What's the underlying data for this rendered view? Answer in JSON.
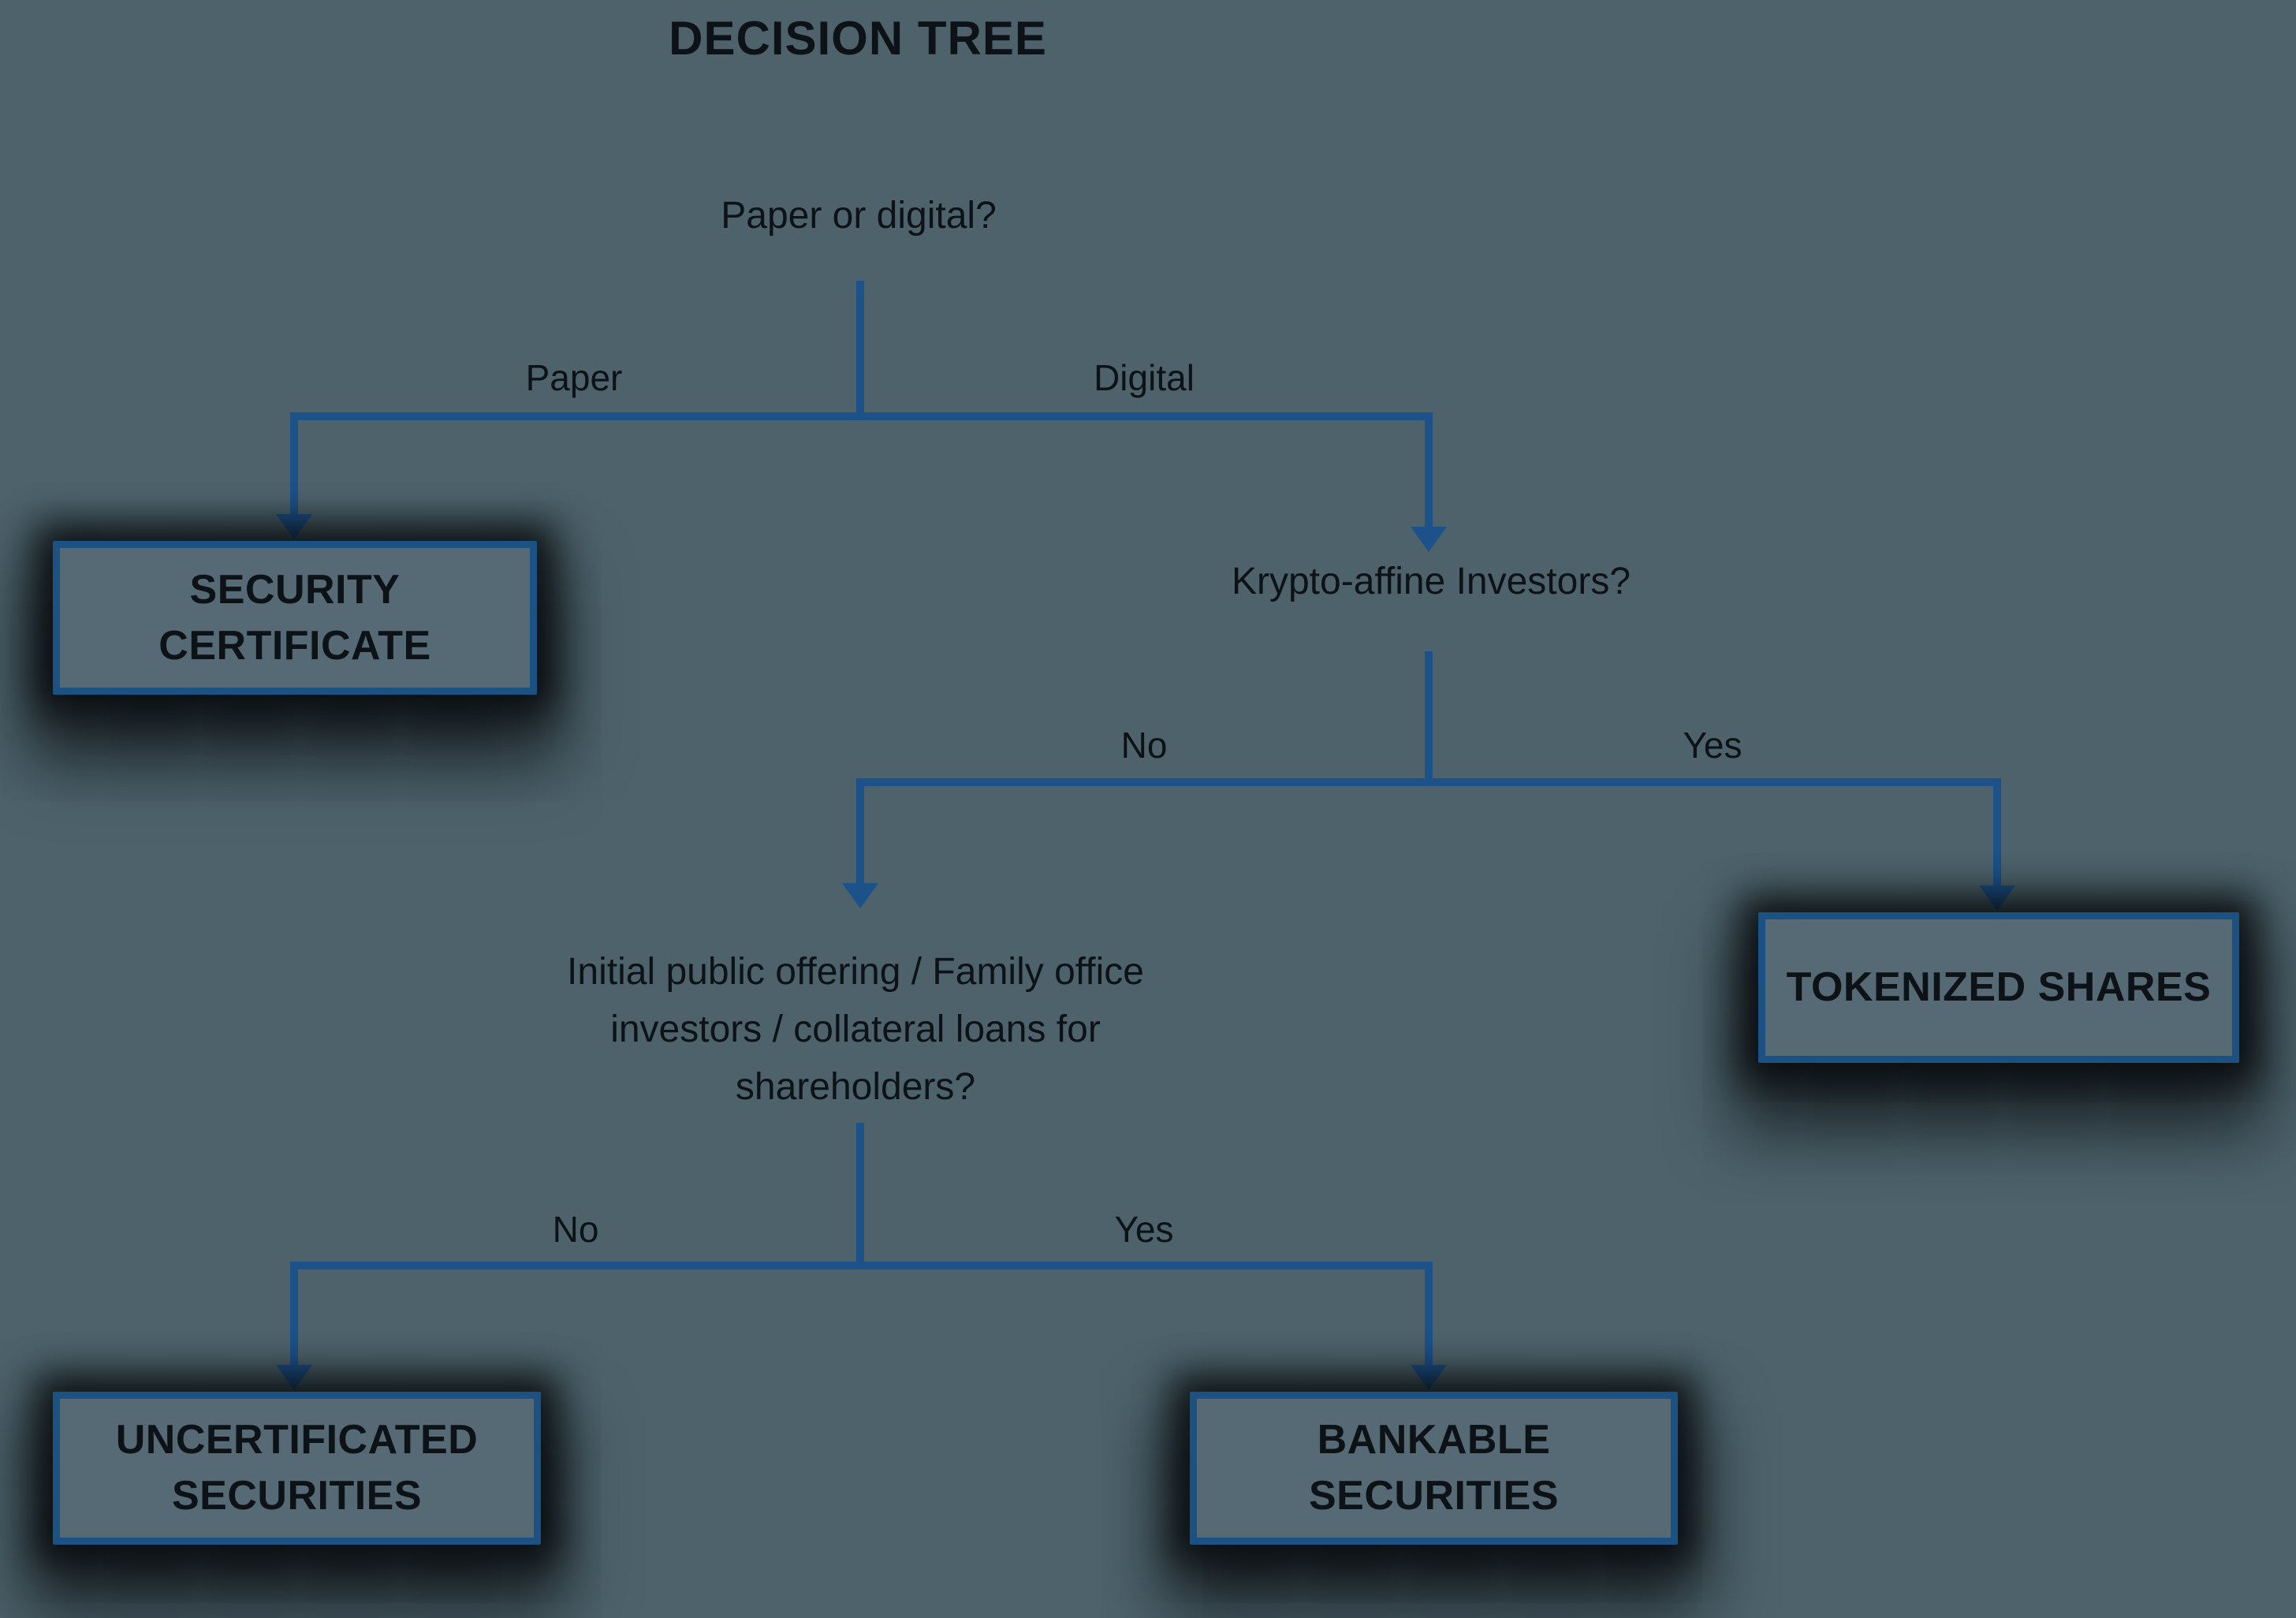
{
  "title": "DECISION TREE",
  "colors": {
    "background": "#4d626b",
    "line": "#1c518a",
    "box-fill": "#556a75",
    "box-border": "#1c5184",
    "text": "#0c1216"
  },
  "questions": {
    "paper_or_digital": "Paper or digital?",
    "krypto_affine": "Krypto-affine Investors?",
    "ipo": "Initial public offering / Family office\ninvestors / collateral loans for\nshareholders?"
  },
  "branch_labels": {
    "paper": "Paper",
    "digital": "Digital",
    "krypto_no": "No",
    "krypto_yes": "Yes",
    "ipo_no": "No",
    "ipo_yes": "Yes"
  },
  "outcomes": {
    "security_certificate": "SECURITY\nCERTIFICATE",
    "tokenized_shares": "TOKENIZED SHARES",
    "uncertificated_securities": "UNCERTIFICATED\nSECURITIES",
    "bankable_securities": "BANKABLE\nSECURITIES"
  }
}
